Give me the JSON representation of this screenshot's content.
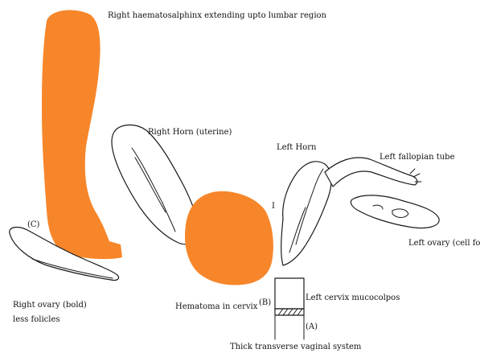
{
  "diagram": {
    "labels": {
      "haematosalphinx": "Right haematosalphinx extending upto lumbar region",
      "right_horn": "Right Horn (uterine)",
      "left_horn": "Left Horn",
      "left_tube": "Left fallopian tube",
      "left_ovary": "Left ovary (cell follicles)",
      "marker_c": "(C)",
      "marker_i": "I",
      "right_ovary_line1": "Right ovary (bold)",
      "right_ovary_line2": "less folicles",
      "hematoma": "Hematoma in cervix",
      "marker_b": "(B)",
      "left_cervix": "Left cervix mucocolpos",
      "marker_a": "(A)",
      "vaginal_system": "Thick transverse vaginal system"
    },
    "colors": {
      "blood_fill": "#f7862a",
      "outline": "#1a1a1a",
      "background": "#ffffff"
    }
  }
}
